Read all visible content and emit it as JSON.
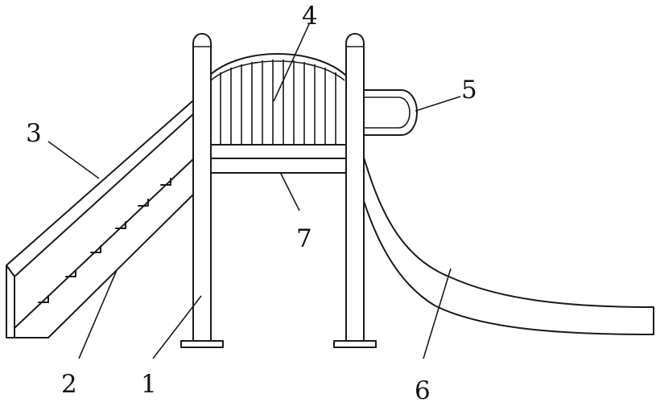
{
  "diagram": {
    "labels": [
      {
        "id": "1",
        "text": "1"
      },
      {
        "id": "2",
        "text": "2"
      },
      {
        "id": "3",
        "text": "3"
      },
      {
        "id": "4",
        "text": "4"
      },
      {
        "id": "5",
        "text": "5"
      },
      {
        "id": "6",
        "text": "6"
      },
      {
        "id": "7",
        "text": "7"
      }
    ],
    "colors": {
      "line": "#1a1a1a",
      "background": "#ffffff"
    }
  }
}
